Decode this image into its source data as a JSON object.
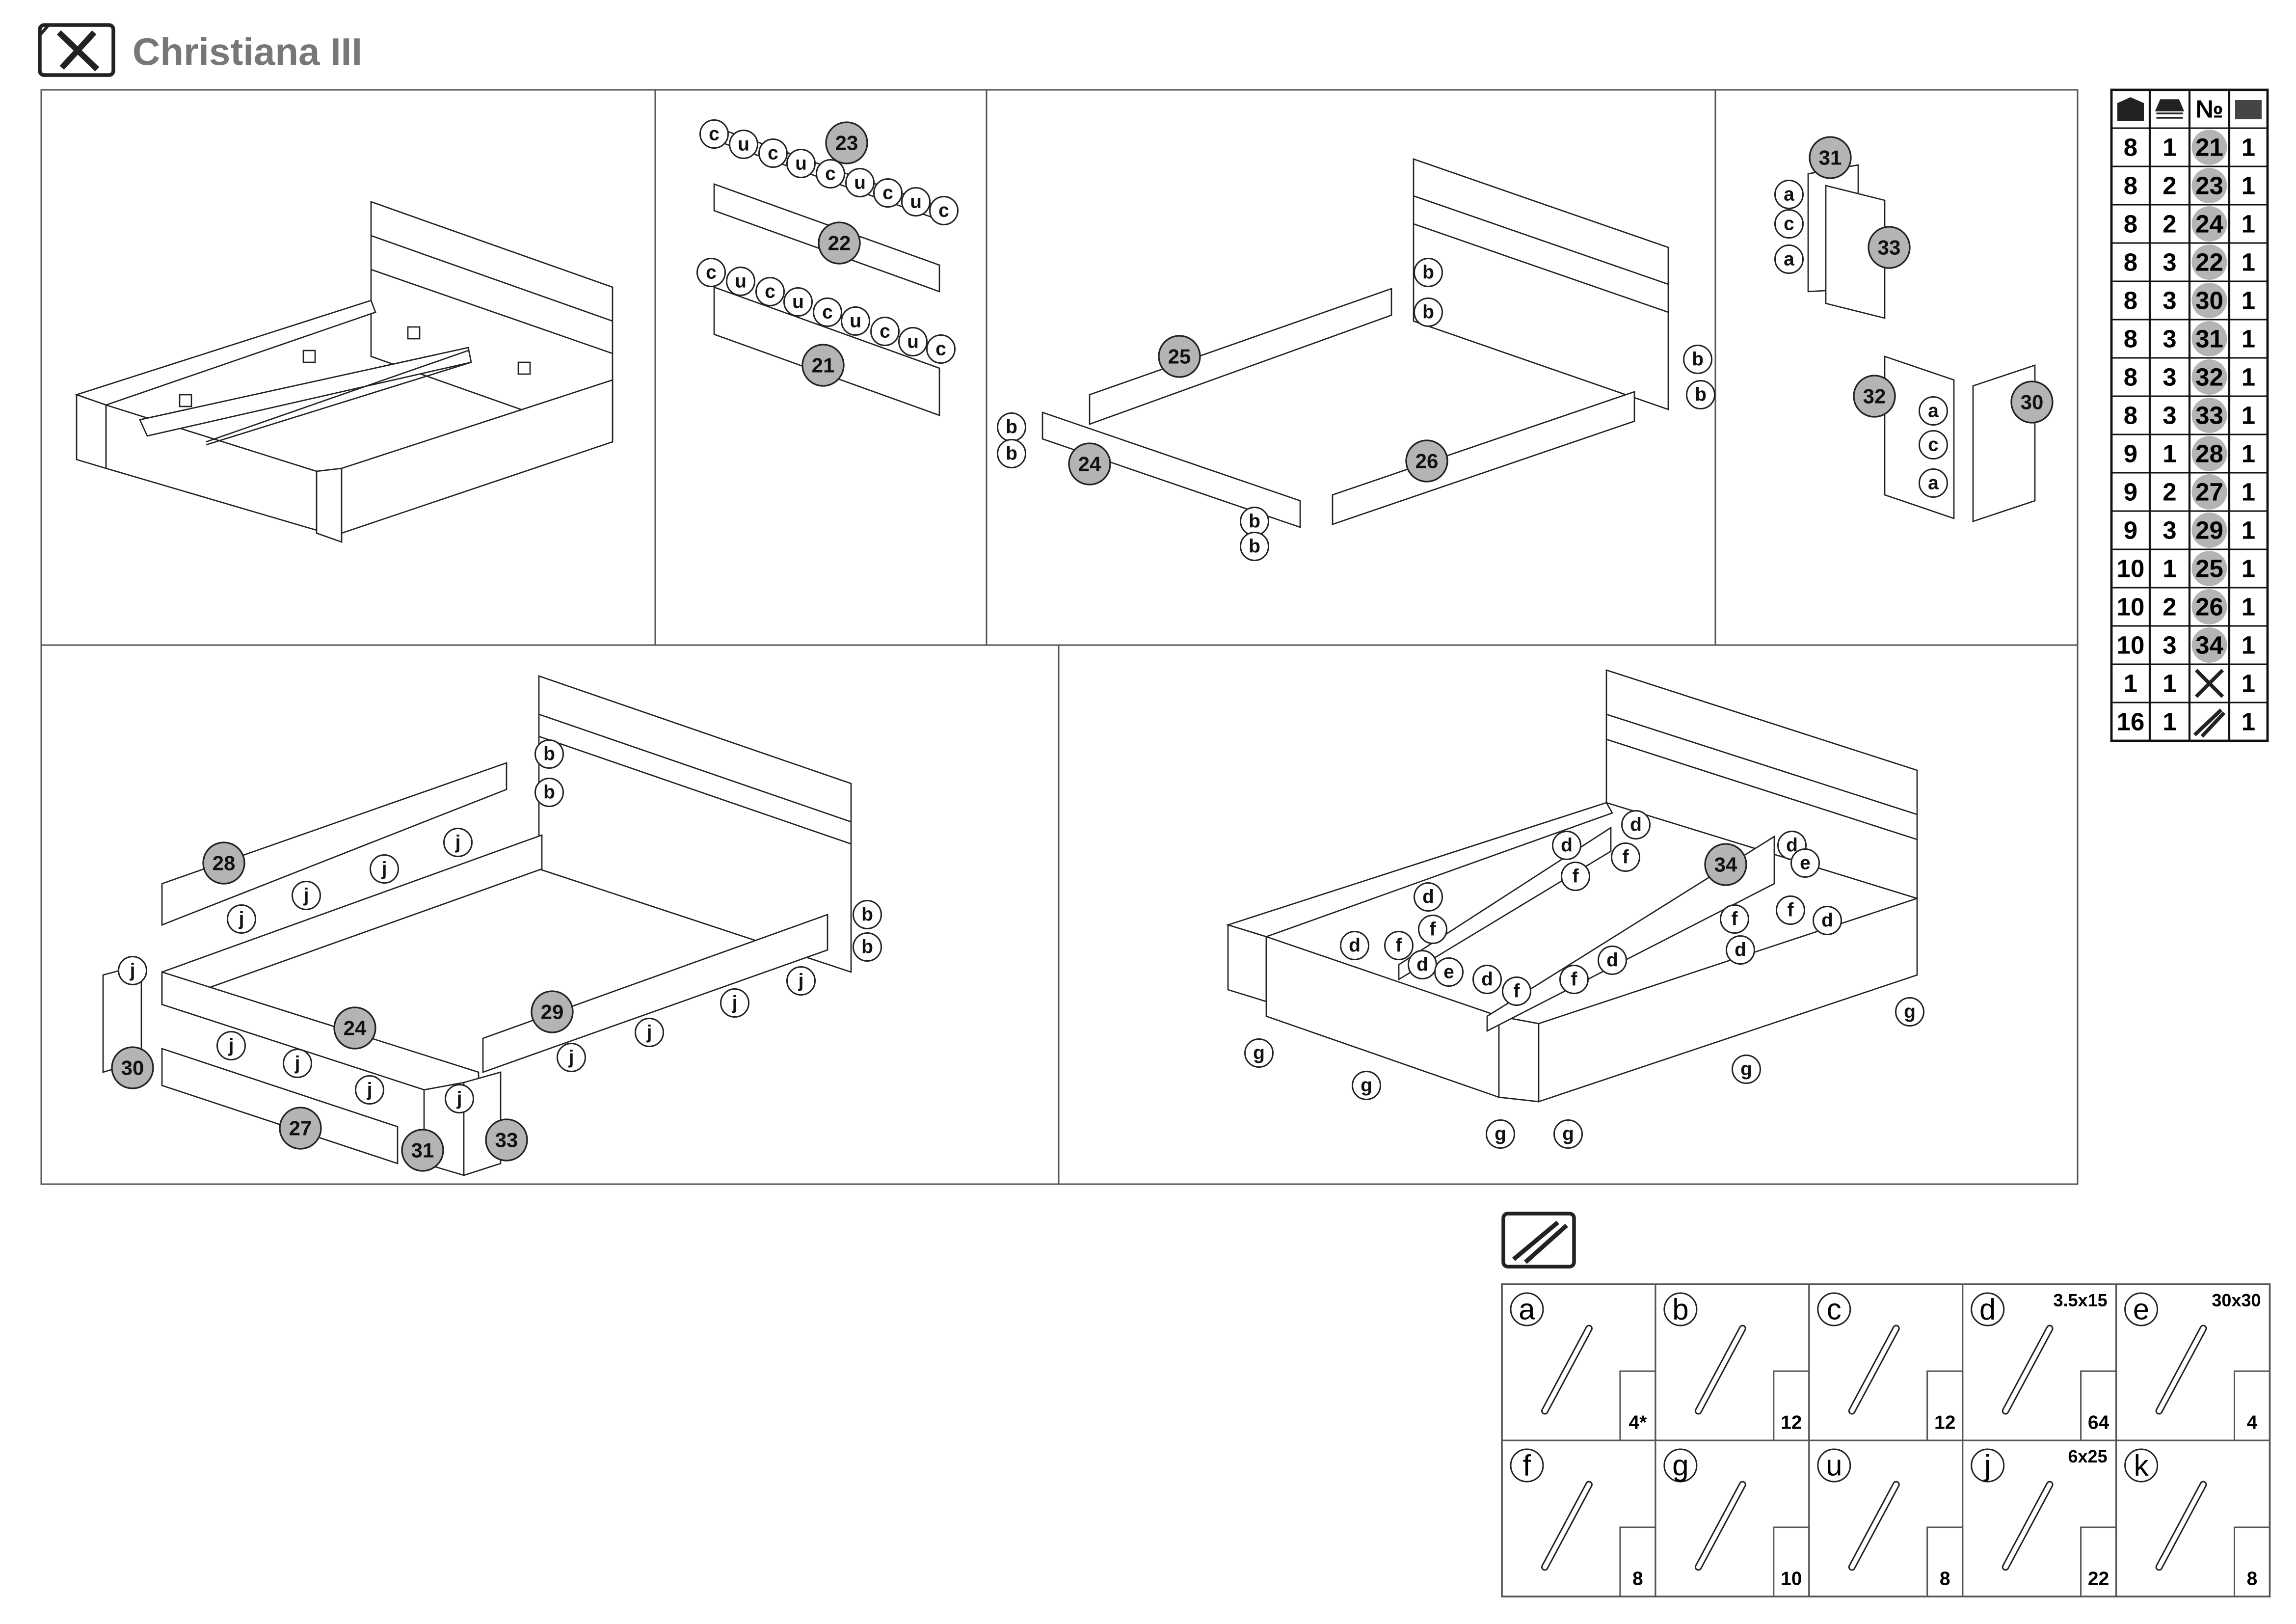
{
  "header": {
    "title": "Christiana III",
    "icon": "tools-icon"
  },
  "panels": {
    "p2": {
      "callouts": [
        "c",
        "u",
        "c",
        "u",
        "c",
        "u",
        "c",
        "u",
        "c",
        "23",
        "22",
        "c",
        "u",
        "c",
        "u",
        "c",
        "u",
        "c",
        "u",
        "c",
        "21"
      ]
    },
    "p3": {
      "callouts": [
        "b",
        "b",
        "25",
        "b",
        "b",
        "b",
        "b",
        "24",
        "26",
        "b",
        "b"
      ]
    },
    "p4": {
      "callouts": [
        "31",
        "a",
        "c",
        "a",
        "33",
        "32",
        "a",
        "c",
        "a",
        "30"
      ]
    },
    "p5": {
      "callouts": [
        "b",
        "b",
        "28",
        "j",
        "j",
        "j",
        "j",
        "b",
        "b",
        "j",
        "29",
        "j",
        "j",
        "j",
        "j",
        "24",
        "j",
        "j",
        "j",
        "30",
        "27",
        "31",
        "j",
        "33"
      ]
    },
    "p6": {
      "callouts": [
        "d",
        "d",
        "f",
        "f",
        "34",
        "d",
        "e",
        "d",
        "f",
        "f",
        "d",
        "f",
        "d",
        "d",
        "f",
        "d",
        "e",
        "d",
        "f",
        "f",
        "d",
        "g",
        "g",
        "g",
        "g",
        "g",
        "g"
      ]
    }
  },
  "parts_table": {
    "header_icons": [
      "package-icon",
      "stack-icon",
      "number-sign",
      "box-count-icon"
    ],
    "header_no": "№",
    "rows": [
      {
        "box": "8",
        "layer": "1",
        "part": "21",
        "qty": "1"
      },
      {
        "box": "8",
        "layer": "2",
        "part": "23",
        "qty": "1"
      },
      {
        "box": "8",
        "layer": "2",
        "part": "24",
        "qty": "1"
      },
      {
        "box": "8",
        "layer": "3",
        "part": "22",
        "qty": "1"
      },
      {
        "box": "8",
        "layer": "3",
        "part": "30",
        "qty": "1"
      },
      {
        "box": "8",
        "layer": "3",
        "part": "31",
        "qty": "1"
      },
      {
        "box": "8",
        "layer": "3",
        "part": "32",
        "qty": "1"
      },
      {
        "box": "8",
        "layer": "3",
        "part": "33",
        "qty": "1"
      },
      {
        "box": "9",
        "layer": "1",
        "part": "28",
        "qty": "1"
      },
      {
        "box": "9",
        "layer": "2",
        "part": "27",
        "qty": "1"
      },
      {
        "box": "9",
        "layer": "3",
        "part": "29",
        "qty": "1"
      },
      {
        "box": "10",
        "layer": "1",
        "part": "25",
        "qty": "1"
      },
      {
        "box": "10",
        "layer": "2",
        "part": "26",
        "qty": "1"
      },
      {
        "box": "10",
        "layer": "3",
        "part": "34",
        "qty": "1"
      },
      {
        "box": "1",
        "layer": "1",
        "part": "tools-icon",
        "qty": "1"
      },
      {
        "box": "16",
        "layer": "1",
        "part": "screws-icon",
        "qty": "1"
      }
    ]
  },
  "hardware": {
    "icon": "screws-icon",
    "items": [
      {
        "letter": "a",
        "size": "",
        "qty": "4*",
        "icon": "cam-lock-icon"
      },
      {
        "letter": "b",
        "size": "",
        "qty": "12",
        "icon": "confirmat-screw-icon"
      },
      {
        "letter": "c",
        "size": "",
        "qty": "12",
        "icon": "dowel-icon"
      },
      {
        "letter": "d",
        "size": "3.5x15",
        "qty": "64",
        "icon": "wood-screw-icon"
      },
      {
        "letter": "e",
        "size": "30x30",
        "qty": "4",
        "icon": "corner-bracket-icon"
      },
      {
        "letter": "f",
        "size": "",
        "qty": "8",
        "icon": "angle-bracket-icon"
      },
      {
        "letter": "g",
        "size": "",
        "qty": "10",
        "icon": "nail-glide-icon"
      },
      {
        "letter": "u",
        "size": "",
        "qty": "8",
        "icon": "double-cam-connector-icon"
      },
      {
        "letter": "j",
        "size": "6x25",
        "qty": "22",
        "icon": "bolt-insert-icon"
      },
      {
        "letter": "k",
        "size": "",
        "qty": "8",
        "icon": "foot-pad-icon"
      }
    ]
  },
  "colors": {
    "part_badge": "#b4b4b4",
    "line": "#222222",
    "title": "#777777"
  }
}
